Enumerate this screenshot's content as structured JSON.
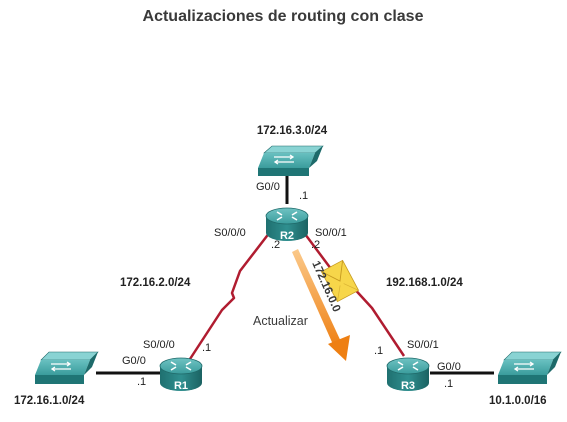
{
  "title": "Actualizaciones de routing con clase",
  "networks": {
    "r2_lan": "172.16.3.0/24",
    "r1_r2": "172.16.2.0/24",
    "r2_r3": "192.168.1.0/24",
    "r1_lan": "172.16.1.0/24",
    "r3_lan": "10.1.0.0/16"
  },
  "routers": {
    "r1": "R1",
    "r2": "R2",
    "r3": "R3"
  },
  "interfaces": {
    "r2_g00": "G0/0",
    "r2_g00_host": ".1",
    "r2_s000": "S0/0/0",
    "r2_s000_host": ".2",
    "r2_s001": "S0/0/1",
    "r2_s001_host": ".2",
    "r1_s000": "S0/0/0",
    "r1_s000_host": ".1",
    "r1_g00": "G0/0",
    "r1_g00_host": ".1",
    "r3_s001": "S0/0/1",
    "r3_s001_host": ".1",
    "r3_g00": "G0/0",
    "r3_g00_host": ".1"
  },
  "update": {
    "label": "Actualizar",
    "route": "172.16.0.0"
  },
  "colors": {
    "device": "#2a8b8b",
    "serial_link": "#b01c30",
    "ethernet_link": "#111111",
    "arrow": "#f08a1c",
    "envelope": "#f7d64a"
  }
}
